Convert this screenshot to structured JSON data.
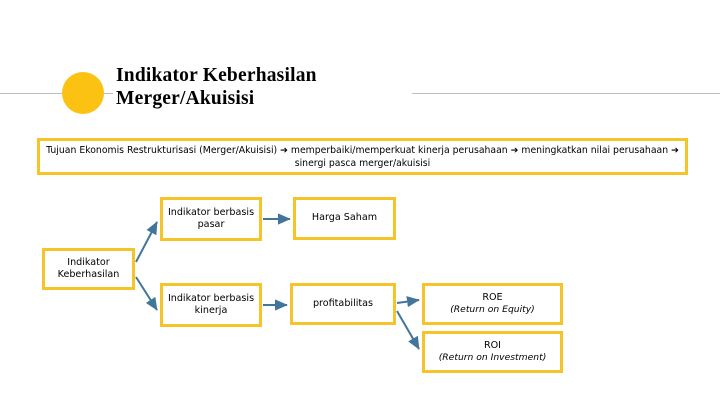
{
  "slide": {
    "title": "Indikator Keberhasilan Merger/Akuisisi",
    "accent_color": "#FBC113",
    "box_border_color": "#F5C428",
    "arrow_color": "#41759A",
    "rule_color": "#BFBFBF"
  },
  "banner": {
    "text": "Tujuan Ekonomis Restrukturisasi (Merger/Akuisisi) ➔ memperbaiki/memperkuat kinerja perusahaan ➔ meningkatkan nilai perusahaan ➔ sinergi pasca merger/akuisisi"
  },
  "diagram": {
    "type": "flowchart",
    "nodes": [
      {
        "id": "root",
        "label": "Indikator Keberhasilan",
        "sub": ""
      },
      {
        "id": "market",
        "label": "Indikator berbasis pasar",
        "sub": ""
      },
      {
        "id": "price",
        "label": "Harga Saham",
        "sub": ""
      },
      {
        "id": "performance",
        "label": "Indikator berbasis kinerja",
        "sub": ""
      },
      {
        "id": "profitability",
        "label": "profitabilitas",
        "sub": ""
      },
      {
        "id": "roe",
        "label": "ROE",
        "sub": "(Return on Equity)"
      },
      {
        "id": "roi",
        "label": "ROI",
        "sub": "(Return on Investment)"
      }
    ],
    "edges": [
      {
        "from": "root",
        "to": "market"
      },
      {
        "from": "root",
        "to": "performance"
      },
      {
        "from": "market",
        "to": "price"
      },
      {
        "from": "performance",
        "to": "profitability"
      },
      {
        "from": "profitability",
        "to": "roe"
      },
      {
        "from": "profitability",
        "to": "roi"
      }
    ]
  }
}
